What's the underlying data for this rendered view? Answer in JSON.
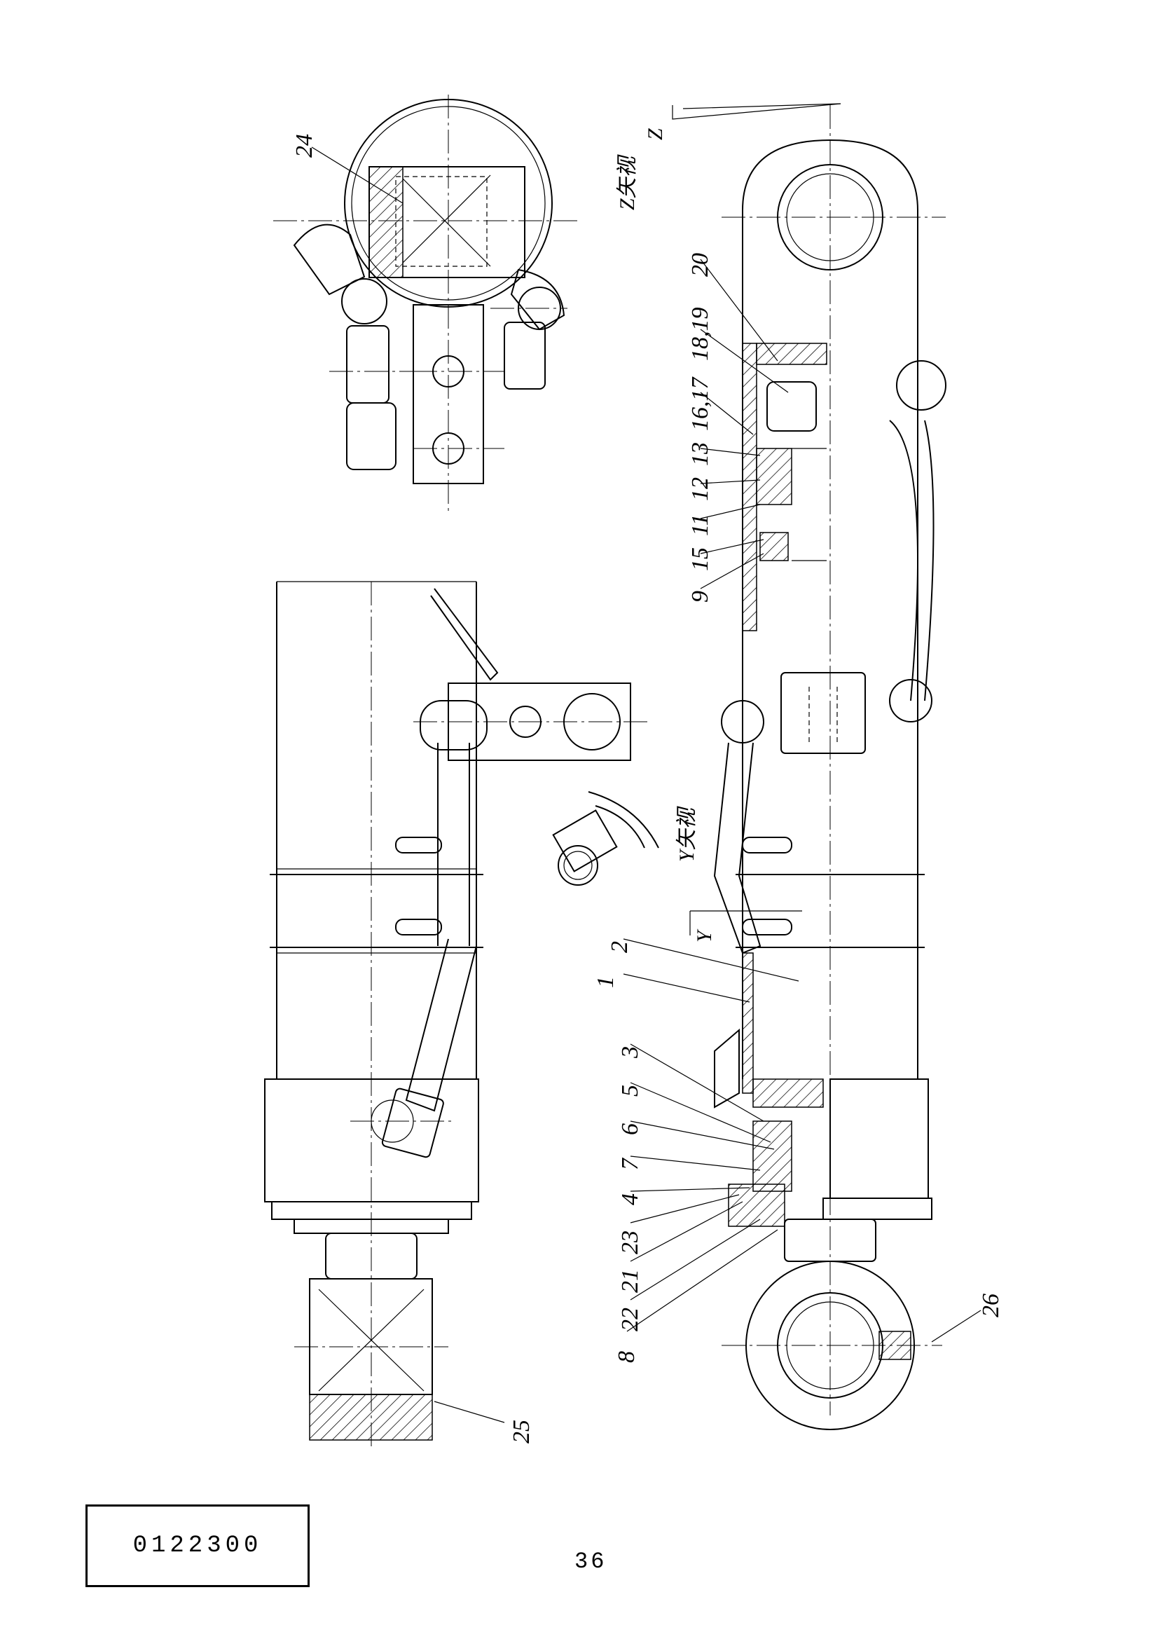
{
  "callouts": {
    "c24": "24",
    "c20": "20",
    "c1819": "18,19",
    "c1617": "16,17",
    "c13": "13",
    "c12": "12",
    "c11": "11",
    "c15": "15",
    "c9": "9",
    "c2": "2",
    "c1": "1",
    "c3": "3",
    "c5": "5",
    "c6": "6",
    "c7": "7",
    "c4": "4",
    "c23": "23",
    "c21": "21",
    "c22": "22",
    "c8": "8",
    "c26": "26",
    "c25": "25"
  },
  "view_labels": {
    "z_view": "Z矢视",
    "y_view": "Y矢视",
    "z_arrow": "Z",
    "y_arrow": "Y"
  },
  "footer": {
    "drawing_number": "0122300",
    "page_number": "36"
  }
}
